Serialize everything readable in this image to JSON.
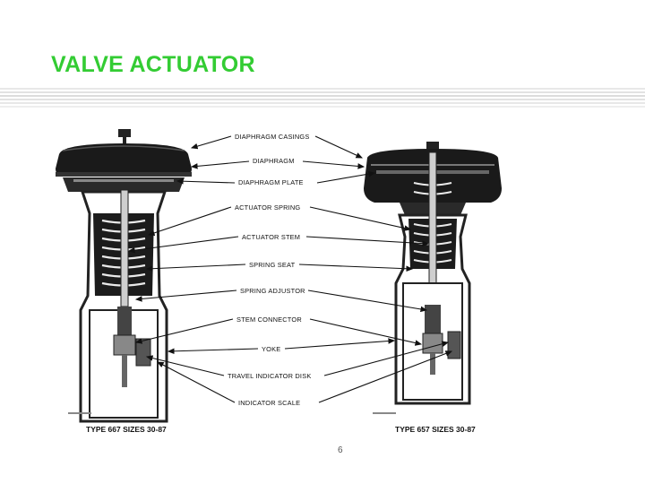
{
  "slide": {
    "title": "VALVE ACTUATOR",
    "page_number": "6"
  },
  "callouts": [
    "DIAPHRAGM CASINGS",
    "DIAPHRAGM",
    "DIAPHRAGM PLATE",
    "ACTUATOR SPRING",
    "ACTUATOR STEM",
    "SPRING SEAT",
    "SPRING ADJUSTOR",
    "STEM CONNECTOR",
    "YOKE",
    "TRAVEL INDICATOR DISK",
    "INDICATOR SCALE"
  ],
  "captions": {
    "left": "TYPE 667 SIZES 30-87",
    "right": "TYPE 657 SIZES 30-87"
  },
  "colors": {
    "title": "#33cc33",
    "ink": "#111111"
  }
}
